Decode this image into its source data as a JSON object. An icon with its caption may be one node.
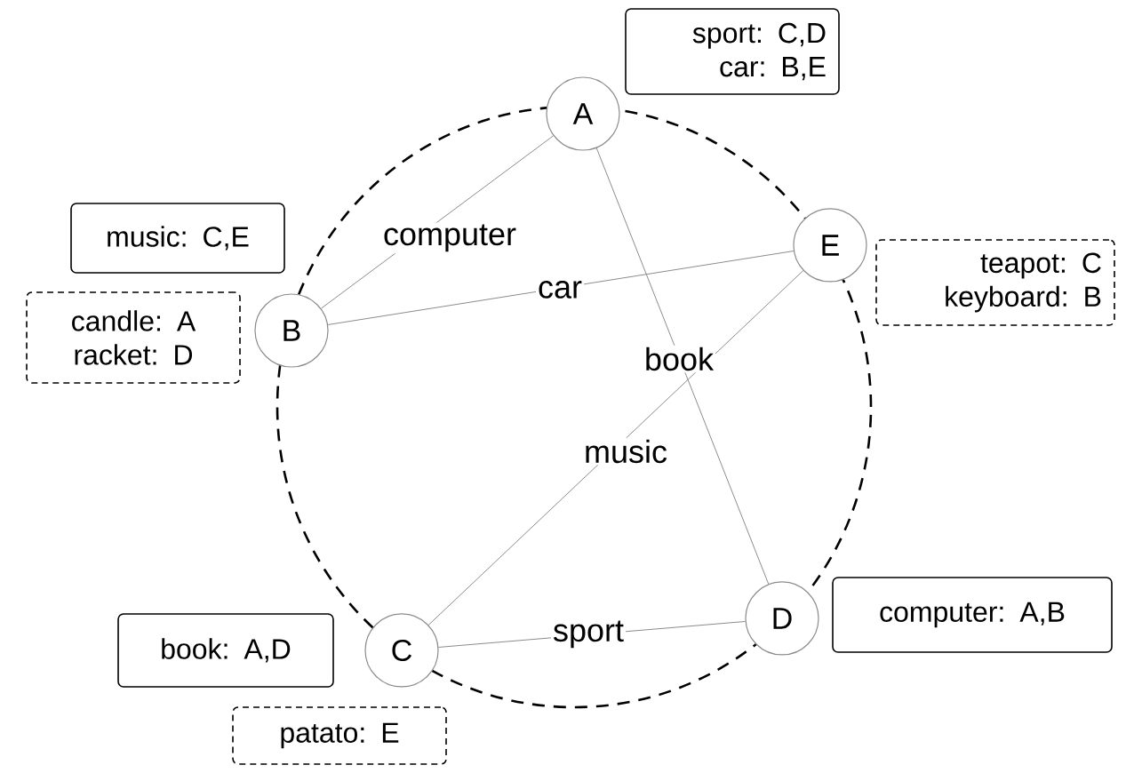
{
  "diagram": {
    "nodes": [
      {
        "text": [
          "A"
        ]
      },
      {
        "text": [
          "B"
        ]
      },
      {
        "text": [
          "C"
        ]
      },
      {
        "text": [
          "D"
        ]
      },
      {
        "text": [
          "E"
        ]
      },
      {
        "text": [
          "sport: C,D",
          "car: B,E"
        ]
      },
      {
        "text": [
          "music: C,E"
        ]
      },
      {
        "text": [
          "candle: A",
          "racket: D"
        ]
      },
      {
        "text": [
          "teapot: C",
          "keyboard: B"
        ]
      },
      {
        "text": [
          "book: A,D"
        ]
      },
      {
        "text": [
          "patato: E"
        ]
      },
      {
        "text": [
          "computer: A,B"
        ]
      }
    ],
    "edges": [
      {
        "from": 0,
        "to": 1,
        "arrow": "none",
        "label": "computer"
      },
      {
        "from": 1,
        "to": 4,
        "arrow": "none",
        "label": "car"
      },
      {
        "from": 0,
        "to": 3,
        "arrow": "none",
        "label": "book"
      },
      {
        "from": 4,
        "to": 2,
        "arrow": "none",
        "label": "music"
      },
      {
        "from": 2,
        "to": 3,
        "arrow": "none",
        "label": "sport"
      }
    ]
  }
}
